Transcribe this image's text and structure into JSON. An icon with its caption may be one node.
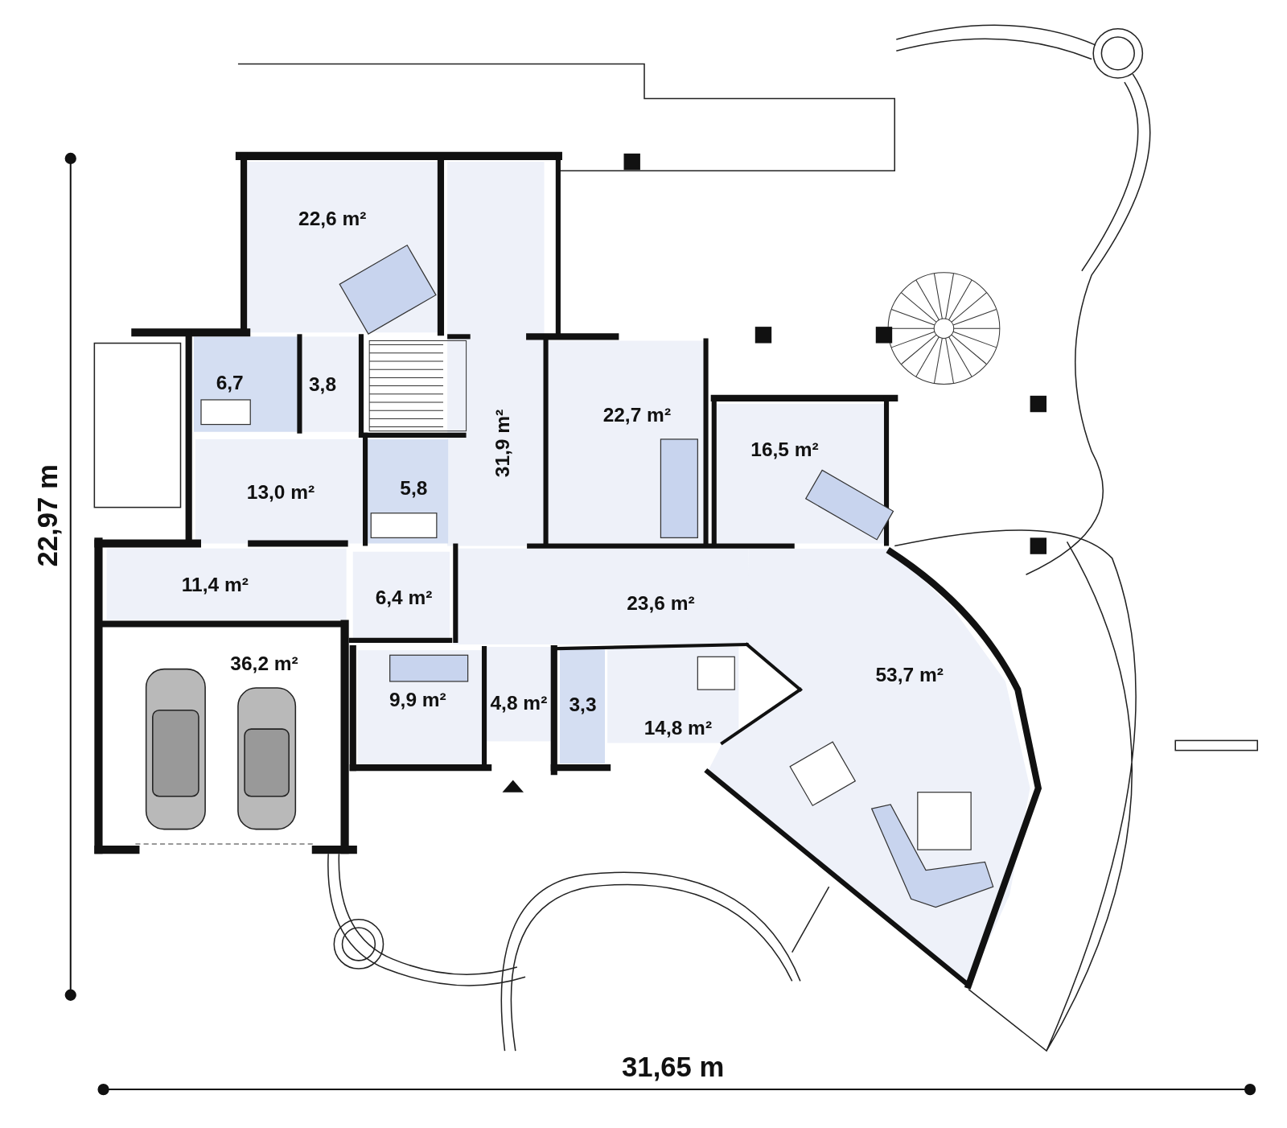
{
  "diagram": {
    "nodes": [
      {
        "text": [
          "22,6 m²"
        ]
      },
      {
        "text": [
          "6,7"
        ]
      },
      {
        "text": [
          "3,8"
        ]
      },
      {
        "text": [
          "22,7 m²"
        ]
      },
      {
        "text": [
          "31,9 m²"
        ]
      },
      {
        "text": [
          "16,5 m²"
        ]
      },
      {
        "text": [
          "5,8"
        ]
      },
      {
        "text": [
          "13,0 m²"
        ]
      },
      {
        "text": [
          "11,4 m²"
        ]
      },
      {
        "text": [
          "6,4 m²"
        ]
      },
      {
        "text": [
          "23,6 m²"
        ]
      },
      {
        "text": [
          "36,2 m²"
        ]
      },
      {
        "text": [
          "53,7 m²"
        ]
      },
      {
        "text": [
          "9,9 m²"
        ]
      },
      {
        "text": [
          "4,8 m²"
        ]
      },
      {
        "text": [
          "3,3"
        ]
      },
      {
        "text": [
          "14,8 m²"
        ]
      }
    ],
    "labels": [
      "22,97 m",
      "31,65 m"
    ]
  }
}
